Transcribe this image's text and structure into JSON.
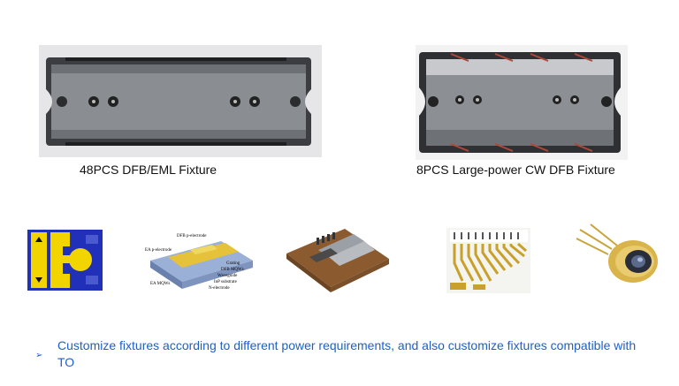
{
  "fixtures": {
    "left_caption": "48PCS DFB/EML Fixture",
    "right_caption": "8PCS Large-power CW DFB Fixture"
  },
  "thumbnails": {
    "chip_text_1": "DFB p-electrode",
    "chip_text_2": "EA p-electrode",
    "chip_text_3": "Grating",
    "chip_text_4": "DFB MQWs",
    "chip_text_5": "Waveguide",
    "chip_text_6": "InP substrate",
    "chip_text_7": "N-electrode",
    "chip_text_8": "EA MQWs"
  },
  "note": {
    "arrow": "➢",
    "text": "Customize fixtures according to different power requirements, and also customize fixtures compatible with TO"
  }
}
